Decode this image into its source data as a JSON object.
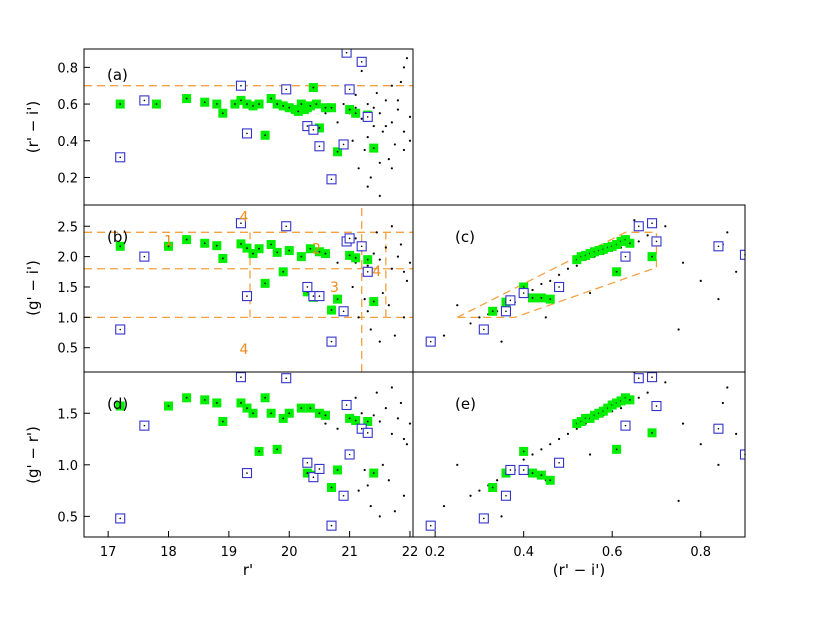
{
  "chart_data": [
    {
      "id": "a",
      "type": "scatter",
      "panel_label": "(a)",
      "xlabel": "",
      "ylabel": "(r' − i')",
      "xlim": [
        16.6,
        22.05
      ],
      "ylim": [
        0.05,
        0.9
      ],
      "yticks": [
        0.2,
        0.4,
        0.6,
        0.8
      ],
      "ytick_labels": [
        "0.2",
        "0.4",
        "0.6",
        "0.8"
      ],
      "hlines": [
        0.7
      ],
      "series": [
        {
          "marker": "green",
          "x": [
            17.2,
            17.8,
            18.3,
            18.6,
            18.8,
            18.9,
            19.1,
            19.2,
            19.3,
            19.4,
            19.5,
            19.6,
            19.7,
            19.8,
            19.9,
            20.0,
            20.1,
            20.15,
            20.2,
            20.25,
            20.3,
            20.35,
            20.4,
            20.45,
            20.5,
            20.6,
            20.7,
            20.8,
            21.0,
            21.1,
            21.3,
            21.4
          ],
          "y": [
            0.6,
            0.6,
            0.63,
            0.61,
            0.6,
            0.55,
            0.6,
            0.62,
            0.6,
            0.59,
            0.6,
            0.43,
            0.63,
            0.6,
            0.59,
            0.58,
            0.57,
            0.56,
            0.6,
            0.57,
            0.58,
            0.59,
            0.69,
            0.6,
            0.47,
            0.58,
            0.58,
            0.34,
            0.57,
            0.55,
            0.54,
            0.36
          ]
        },
        {
          "marker": "blue",
          "x": [
            17.2,
            17.6,
            19.2,
            19.3,
            19.95,
            20.3,
            20.4,
            20.5,
            20.7,
            20.9,
            20.95,
            21.0,
            21.2,
            21.3
          ],
          "y": [
            0.31,
            0.62,
            0.7,
            0.44,
            0.68,
            0.48,
            0.46,
            0.37,
            0.19,
            0.38,
            0.88,
            0.68,
            0.83,
            0.53
          ]
        },
        {
          "marker": "dot",
          "x": [
            21.0,
            21.1,
            21.2,
            21.3,
            21.4,
            21.5,
            21.6,
            21.7,
            21.8,
            21.9,
            22.0,
            21.05,
            21.25,
            21.45,
            21.65,
            21.85,
            21.95,
            21.15,
            21.35,
            21.55,
            21.75,
            20.6,
            20.8,
            20.9,
            21.1,
            21.3,
            21.5,
            21.7,
            21.9,
            21.2,
            21.4,
            21.6,
            21.8,
            22.0,
            21.3,
            21.5,
            21.7,
            21.9
          ],
          "y": [
            0.55,
            0.58,
            0.52,
            0.6,
            0.48,
            0.55,
            0.62,
            0.5,
            0.57,
            0.45,
            0.53,
            0.4,
            0.35,
            0.66,
            0.3,
            0.72,
            0.85,
            0.25,
            0.2,
            0.45,
            0.38,
            0.55,
            0.5,
            0.6,
            0.65,
            0.42,
            0.28,
            0.7,
            0.35,
            0.78,
            0.58,
            0.48,
            0.62,
            0.4,
            0.15,
            0.1,
            0.25,
            0.8
          ]
        }
      ]
    },
    {
      "id": "b",
      "type": "scatter",
      "panel_label": "(b)",
      "xlabel": "",
      "ylabel": "(g' − i')",
      "xlim": [
        16.6,
        22.05
      ],
      "ylim": [
        0.1,
        2.85
      ],
      "yticks": [
        0.5,
        1.0,
        1.5,
        2.0,
        2.5
      ],
      "ytick_labels": [
        "0.5",
        "1.0",
        "1.5",
        "2.0",
        "2.5"
      ],
      "hlines": [
        2.4,
        1.8,
        1.0
      ],
      "region_labels": [
        "1",
        "2",
        "3",
        "4",
        "4",
        "4"
      ],
      "series": [
        {
          "marker": "green",
          "x": [
            17.2,
            18.0,
            18.3,
            18.6,
            18.8,
            18.9,
            19.2,
            19.3,
            19.4,
            19.5,
            19.6,
            19.7,
            19.8,
            19.9,
            20.0,
            20.2,
            20.3,
            20.35,
            20.4,
            20.5,
            20.6,
            20.7,
            20.8,
            21.0,
            21.1,
            21.3,
            21.4
          ],
          "y": [
            2.17,
            2.17,
            2.28,
            2.22,
            2.18,
            1.97,
            2.21,
            2.14,
            2.05,
            2.13,
            1.56,
            2.2,
            2.07,
            1.75,
            2.1,
            2.0,
            1.42,
            2.13,
            1.33,
            2.08,
            2.05,
            1.12,
            1.3,
            2.02,
            1.98,
            1.95,
            1.26
          ]
        },
        {
          "marker": "blue",
          "x": [
            17.2,
            17.6,
            19.2,
            19.3,
            19.95,
            20.3,
            20.4,
            20.5,
            20.7,
            20.9,
            20.95,
            21.0,
            21.2,
            21.3
          ],
          "y": [
            0.8,
            2.0,
            2.55,
            1.35,
            2.5,
            1.5,
            1.35,
            1.35,
            0.6,
            1.1,
            2.25,
            2.3,
            2.17,
            1.75
          ]
        },
        {
          "marker": "dot",
          "x": [
            21.0,
            21.1,
            21.2,
            21.3,
            21.4,
            21.5,
            21.6,
            21.7,
            21.8,
            21.9,
            22.0,
            21.05,
            21.25,
            21.45,
            21.65,
            21.85,
            21.95,
            21.15,
            21.35,
            21.55,
            21.75,
            20.6,
            20.8,
            21.1,
            21.3,
            21.5,
            21.7,
            21.9
          ],
          "y": [
            2.0,
            1.9,
            2.1,
            1.85,
            2.05,
            1.95,
            2.15,
            1.8,
            2.0,
            1.75,
            1.9,
            1.5,
            1.3,
            2.4,
            1.2,
            2.2,
            1.6,
            1.0,
            0.8,
            1.4,
            0.7,
            2.0,
            1.9,
            2.3,
            1.1,
            0.6,
            2.5,
            1.0
          ]
        }
      ]
    },
    {
      "id": "c",
      "type": "scatter",
      "panel_label": "(c)",
      "xlabel": "",
      "ylabel": "",
      "xlim": [
        0.15,
        0.9
      ],
      "ylim": [
        0.1,
        2.85
      ],
      "region_outline": [
        [
          0.25,
          1.0
        ],
        [
          0.38,
          1.0
        ],
        [
          0.7,
          1.82
        ],
        [
          0.7,
          2.4
        ],
        [
          0.63,
          2.4
        ]
      ],
      "series": [
        {
          "marker": "green",
          "x": [
            0.33,
            0.36,
            0.4,
            0.42,
            0.44,
            0.46,
            0.52,
            0.53,
            0.54,
            0.55,
            0.56,
            0.57,
            0.58,
            0.59,
            0.6,
            0.61,
            0.62,
            0.63,
            0.64,
            0.61,
            0.69
          ],
          "y": [
            1.1,
            1.25,
            1.5,
            1.32,
            1.32,
            1.3,
            1.95,
            2.0,
            2.02,
            2.05,
            2.08,
            2.1,
            2.12,
            2.15,
            2.17,
            2.2,
            2.25,
            2.28,
            2.22,
            1.75,
            2.0
          ]
        },
        {
          "marker": "blue",
          "x": [
            0.19,
            0.31,
            0.36,
            0.37,
            0.4,
            0.48,
            0.63,
            0.66,
            0.69,
            0.7,
            0.84,
            0.9
          ],
          "y": [
            0.6,
            0.8,
            1.1,
            1.28,
            1.4,
            1.5,
            2.0,
            2.5,
            2.55,
            2.25,
            2.17,
            2.03
          ]
        },
        {
          "marker": "dot",
          "x": [
            0.28,
            0.3,
            0.32,
            0.34,
            0.36,
            0.38,
            0.4,
            0.42,
            0.44,
            0.46,
            0.48,
            0.5,
            0.52,
            0.54,
            0.56,
            0.58,
            0.6,
            0.62,
            0.64,
            0.66,
            0.68,
            0.72,
            0.76,
            0.8,
            0.84,
            0.86,
            0.88,
            0.22,
            0.25,
            0.35,
            0.45,
            0.55,
            0.65,
            0.75,
            0.85
          ],
          "y": [
            0.9,
            1.0,
            1.05,
            1.1,
            1.2,
            1.25,
            1.35,
            1.45,
            1.55,
            1.6,
            1.7,
            1.8,
            1.85,
            1.95,
            2.0,
            2.05,
            2.1,
            2.15,
            2.2,
            2.25,
            2.35,
            2.5,
            1.9,
            1.6,
            1.3,
            2.4,
            1.75,
            0.7,
            1.2,
            0.6,
            1.0,
            1.4,
            2.6,
            0.8,
            2.2
          ]
        }
      ]
    },
    {
      "id": "d",
      "type": "scatter",
      "panel_label": "(d)",
      "xlabel": "r'",
      "ylabel": "(g' − r')",
      "xlim": [
        16.6,
        22.05
      ],
      "ylim": [
        0.3,
        1.9
      ],
      "xticks": [
        17,
        18,
        19,
        20,
        21,
        22
      ],
      "xtick_labels": [
        "17",
        "18",
        "19",
        "20",
        "21",
        "22"
      ],
      "yticks": [
        0.5,
        1.0,
        1.5
      ],
      "ytick_labels": [
        "0.5",
        "1.0",
        "1.5"
      ],
      "series": [
        {
          "marker": "green",
          "x": [
            17.2,
            18.0,
            18.3,
            18.6,
            18.8,
            18.9,
            19.2,
            19.3,
            19.4,
            19.5,
            19.6,
            19.7,
            19.8,
            19.9,
            20.0,
            20.2,
            20.3,
            20.35,
            20.4,
            20.5,
            20.6,
            20.7,
            20.8,
            21.0,
            21.1,
            21.3,
            21.4
          ],
          "y": [
            1.57,
            1.57,
            1.65,
            1.63,
            1.6,
            1.42,
            1.6,
            1.55,
            1.5,
            1.13,
            1.65,
            1.5,
            1.15,
            1.45,
            1.5,
            1.55,
            0.92,
            1.55,
            0.9,
            1.5,
            1.48,
            0.78,
            0.95,
            1.45,
            1.43,
            1.42,
            0.92
          ]
        },
        {
          "marker": "blue",
          "x": [
            17.2,
            17.6,
            19.2,
            19.3,
            19.95,
            20.3,
            20.4,
            20.5,
            20.7,
            20.9,
            20.95,
            21.0,
            21.2,
            21.3
          ],
          "y": [
            0.48,
            1.38,
            1.85,
            0.92,
            1.84,
            1.02,
            0.88,
            0.96,
            0.41,
            0.7,
            1.58,
            1.1,
            1.35,
            1.31
          ]
        },
        {
          "marker": "dot",
          "x": [
            21.0,
            21.1,
            21.2,
            21.3,
            21.4,
            21.5,
            21.6,
            21.7,
            21.8,
            21.9,
            22.0,
            21.05,
            21.25,
            21.45,
            21.65,
            21.85,
            21.95,
            21.15,
            21.35,
            21.55,
            21.75,
            20.6,
            20.8,
            21.1,
            21.3,
            21.5,
            21.7,
            21.9
          ],
          "y": [
            1.45,
            1.4,
            1.5,
            1.35,
            1.48,
            1.42,
            1.55,
            1.3,
            1.45,
            1.25,
            1.4,
            1.1,
            0.95,
            1.7,
            0.85,
            1.6,
            1.2,
            0.75,
            0.6,
            1.0,
            0.55,
            1.4,
            1.35,
            1.65,
            0.8,
            0.5,
            1.75,
            0.7
          ]
        }
      ]
    },
    {
      "id": "e",
      "type": "scatter",
      "panel_label": "(e)",
      "xlabel": "(r' − i')",
      "ylabel": "",
      "xlim": [
        0.15,
        0.9
      ],
      "ylim": [
        0.3,
        1.9
      ],
      "xticks": [
        0.2,
        0.4,
        0.6,
        0.8
      ],
      "xtick_labels": [
        "0.2",
        "0.4",
        "0.6",
        "0.8"
      ],
      "series": [
        {
          "marker": "green",
          "x": [
            0.33,
            0.36,
            0.4,
            0.42,
            0.44,
            0.46,
            0.52,
            0.53,
            0.54,
            0.55,
            0.56,
            0.57,
            0.58,
            0.59,
            0.6,
            0.61,
            0.62,
            0.63,
            0.64,
            0.61,
            0.69
          ],
          "y": [
            0.78,
            0.92,
            1.13,
            0.92,
            0.9,
            0.85,
            1.4,
            1.42,
            1.45,
            1.45,
            1.48,
            1.5,
            1.52,
            1.55,
            1.58,
            1.6,
            1.62,
            1.65,
            1.63,
            1.15,
            1.31
          ]
        },
        {
          "marker": "blue",
          "x": [
            0.19,
            0.31,
            0.36,
            0.37,
            0.4,
            0.48,
            0.63,
            0.66,
            0.69,
            0.7,
            0.84,
            0.9
          ],
          "y": [
            0.41,
            0.48,
            0.7,
            0.95,
            0.95,
            1.02,
            1.38,
            1.84,
            1.85,
            1.57,
            1.35,
            1.1
          ]
        },
        {
          "marker": "dot",
          "x": [
            0.28,
            0.3,
            0.32,
            0.34,
            0.36,
            0.38,
            0.4,
            0.42,
            0.44,
            0.46,
            0.48,
            0.5,
            0.52,
            0.54,
            0.56,
            0.58,
            0.6,
            0.62,
            0.64,
            0.66,
            0.68,
            0.72,
            0.76,
            0.8,
            0.84,
            0.86,
            0.88,
            0.22,
            0.25,
            0.35,
            0.45,
            0.55,
            0.65,
            0.75,
            0.85
          ],
          "y": [
            0.7,
            0.75,
            0.8,
            0.85,
            0.9,
            0.95,
            1.05,
            1.1,
            1.15,
            1.2,
            1.25,
            1.3,
            1.35,
            1.4,
            1.45,
            1.48,
            1.52,
            1.55,
            1.6,
            1.65,
            1.7,
            1.8,
            1.4,
            1.2,
            1.0,
            1.75,
            1.3,
            0.6,
            1.0,
            0.5,
            0.85,
            1.1,
            1.9,
            0.65,
            1.6
          ]
        }
      ]
    }
  ],
  "colors": {
    "green_fill": "#00ee00",
    "blue_square": "#3333cc",
    "orange_dashed": "#f5a142",
    "region_label": "#f08a1c",
    "dots": "#000000"
  }
}
